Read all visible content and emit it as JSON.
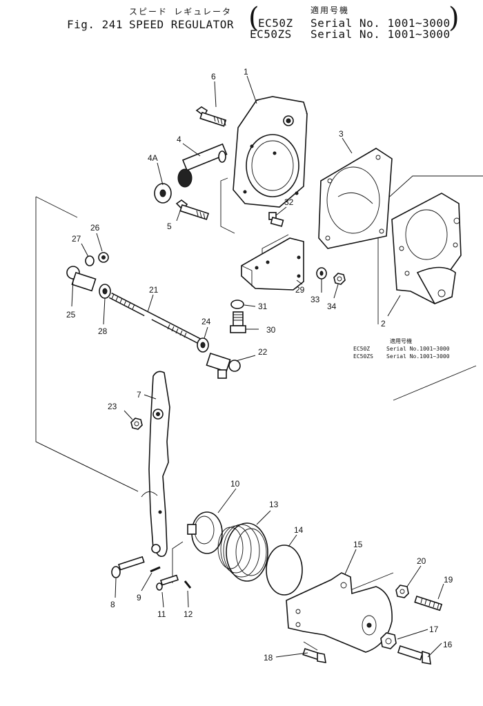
{
  "header": {
    "figure_label": "Fig. 241",
    "title_en": "SPEED REGULATOR",
    "title_jp": "スピード レギュレータ",
    "applicability_jp": "適用号機",
    "models": [
      {
        "model": "EC50Z",
        "serial": "Serial No. 1001~3000"
      },
      {
        "model": "EC50ZS",
        "serial": "Serial No. 1001~3000"
      }
    ]
  },
  "note_box": {
    "heading_jp": "適用号機",
    "rows": [
      {
        "model": "EC50Z",
        "serial": "Serial No.1001~3000"
      },
      {
        "model": "EC50ZS",
        "serial": "Serial No.1001~3000"
      }
    ]
  },
  "callouts": [
    "1",
    "2",
    "3",
    "4",
    "4A",
    "5",
    "6",
    "7",
    "8",
    "9",
    "10",
    "11",
    "12",
    "13",
    "14",
    "15",
    "16",
    "17",
    "18",
    "19",
    "20",
    "21",
    "22",
    "23",
    "24",
    "25",
    "26",
    "27",
    "28",
    "29",
    "30",
    "31",
    "32",
    "33",
    "34"
  ]
}
